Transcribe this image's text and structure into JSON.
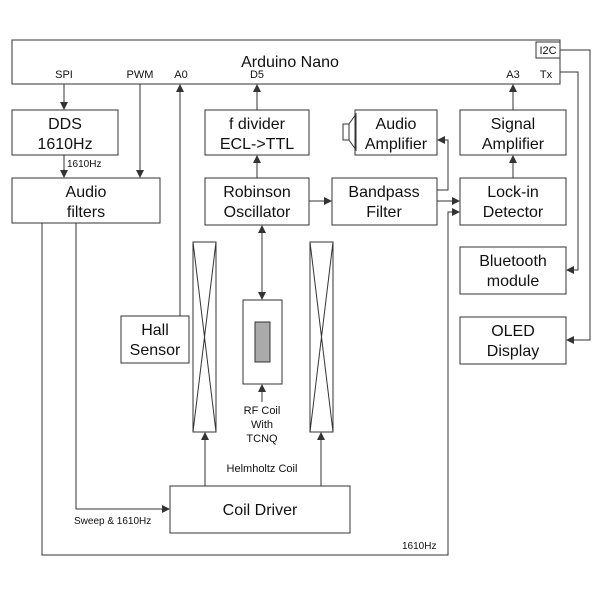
{
  "blocks": {
    "arduino": {
      "title": "Arduino Nano",
      "pins": {
        "i2c": "I2C",
        "spi": "SPI",
        "pwm": "PWM",
        "a0": "A0",
        "d5": "D5",
        "a3": "A3",
        "tx": "Tx"
      }
    },
    "dds": {
      "line1": "DDS",
      "line2": "1610Hz"
    },
    "dds_out_label": "1610Hz",
    "audio_filters": {
      "line1": "Audio",
      "line2": "filters"
    },
    "f_divider": {
      "line1": "f divider",
      "line2": "ECL->TTL"
    },
    "robinson": {
      "line1": "Robinson",
      "line2": "Oscillator"
    },
    "audio_amp": {
      "line1": "Audio",
      "line2": "Amplifier"
    },
    "bandpass": {
      "line1": "Bandpass",
      "line2": "Filter"
    },
    "signal_amp": {
      "line1": "Signal",
      "line2": "Amplifier"
    },
    "lockin": {
      "line1": "Lock-in",
      "line2": "Detector"
    },
    "bluetooth": {
      "line1": "Bluetooth",
      "line2": "module"
    },
    "oled": {
      "line1": "OLED",
      "line2": "Display"
    },
    "hall": {
      "line1": "Hall",
      "line2": "Sensor"
    },
    "rf_coil": {
      "line1": "RF Coil",
      "line2": "With",
      "line3": "TCNQ"
    },
    "helmholtz_label": "Helmholtz Coil",
    "coil_driver": {
      "label": "Coil Driver"
    },
    "sweep_label": "Sweep & 1610Hz",
    "ref_label": "1610Hz"
  }
}
